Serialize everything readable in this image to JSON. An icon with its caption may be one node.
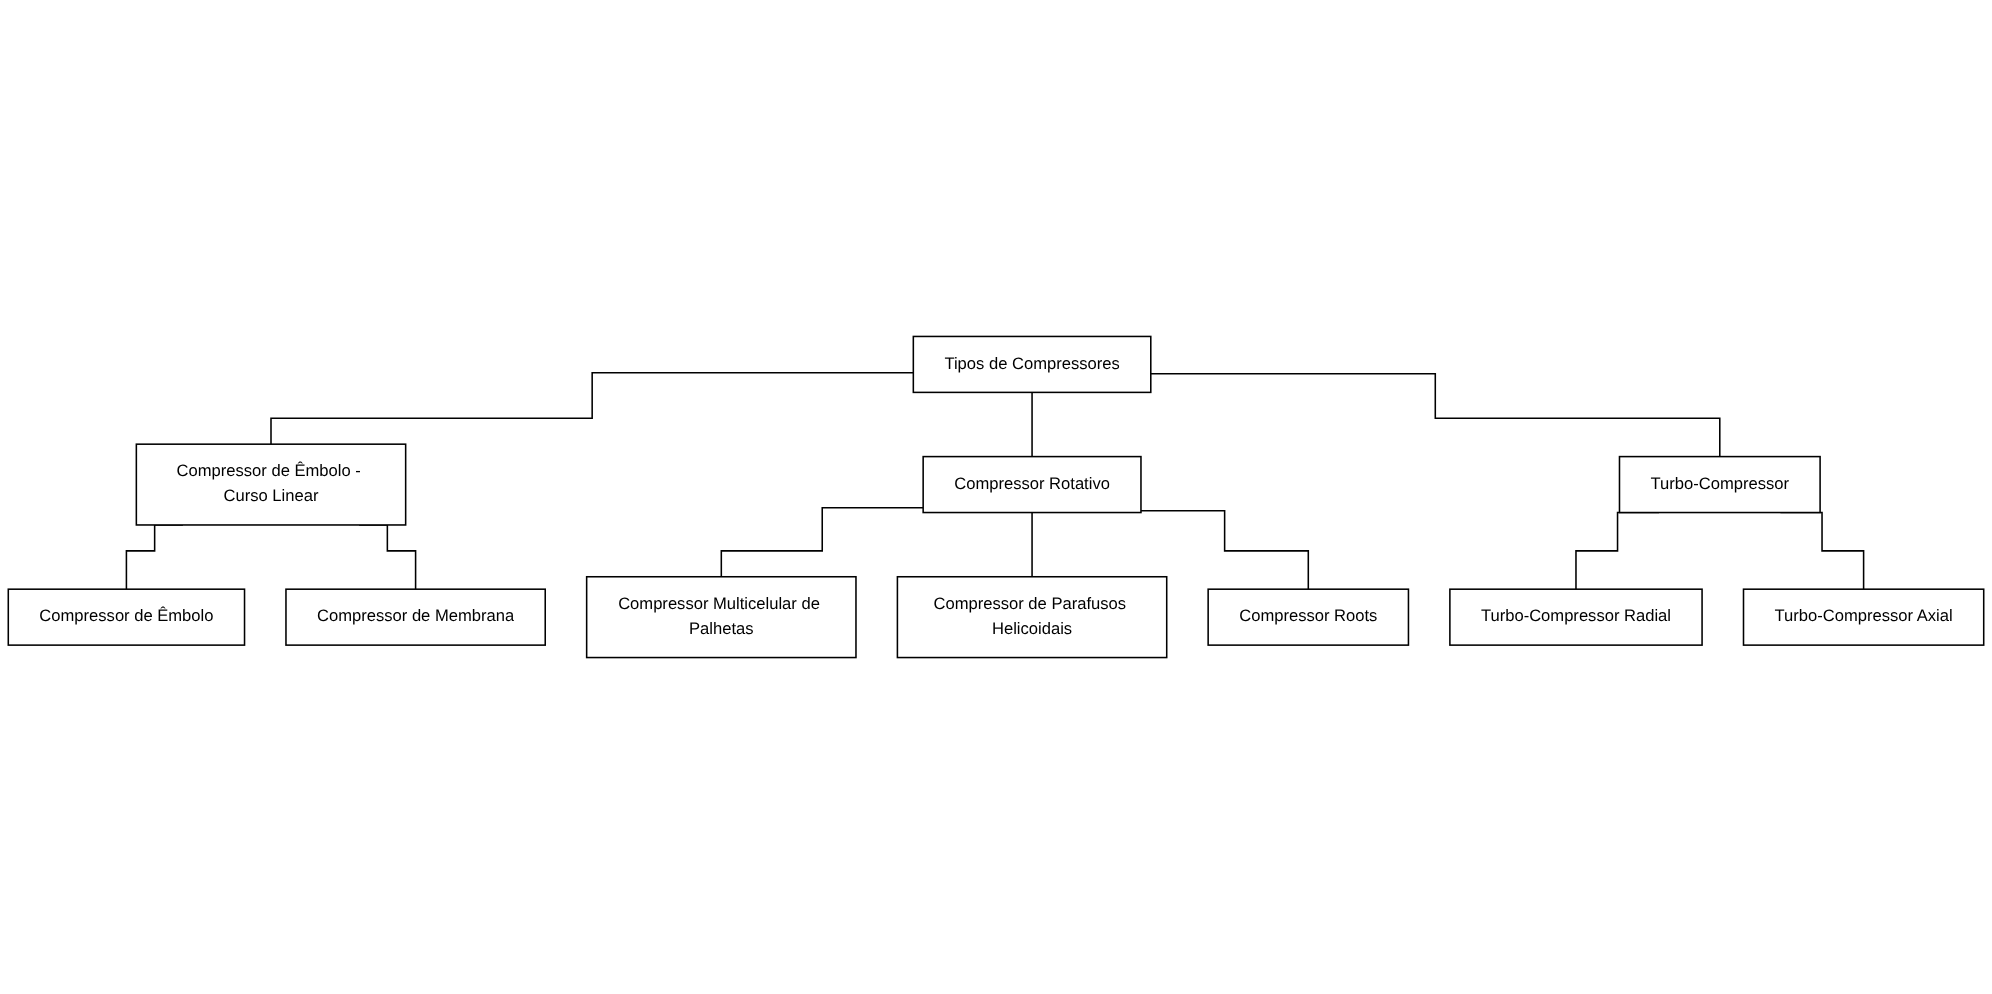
{
  "diagram": {
    "nodes": [
      {
        "text": [
          "Tipos de Compressores"
        ]
      },
      {
        "text": [
          "Compressor de Êmbolo - Curso Linear"
        ]
      },
      {
        "text": [
          "Compressor Rotativo"
        ]
      },
      {
        "text": [
          "Turbo-Compressor"
        ]
      },
      {
        "text": [
          "Compressor de Êmbolo"
        ]
      },
      {
        "text": [
          "Compressor de Membrana"
        ]
      },
      {
        "text": [
          "Turbo-Compressor Radial"
        ]
      },
      {
        "text": [
          "Turbo-Compressor Axial"
        ]
      },
      {
        "text": [
          "Compressor Multicelular de Palhetas"
        ]
      },
      {
        "text": [
          "Compressor de Parafusos Helicoidais"
        ]
      },
      {
        "text": [
          "Compressor Roots"
        ]
      }
    ],
    "edges": [
      {
        "from": 0,
        "to": 1,
        "arrow": "none"
      },
      {
        "from": 0,
        "to": 2,
        "arrow": "none"
      },
      {
        "from": 0,
        "to": 3,
        "arrow": "none"
      },
      {
        "from": 1,
        "to": 4,
        "arrow": "none"
      },
      {
        "from": 1,
        "to": 5,
        "arrow": "none"
      },
      {
        "from": 3,
        "to": 6,
        "arrow": "none"
      },
      {
        "from": 3,
        "to": 7,
        "arrow": "none"
      },
      {
        "from": 2,
        "to": 8,
        "arrow": "none"
      },
      {
        "from": 2,
        "to": 9,
        "arrow": "none"
      },
      {
        "from": 2,
        "to": 10,
        "arrow": "none"
      }
    ]
  }
}
